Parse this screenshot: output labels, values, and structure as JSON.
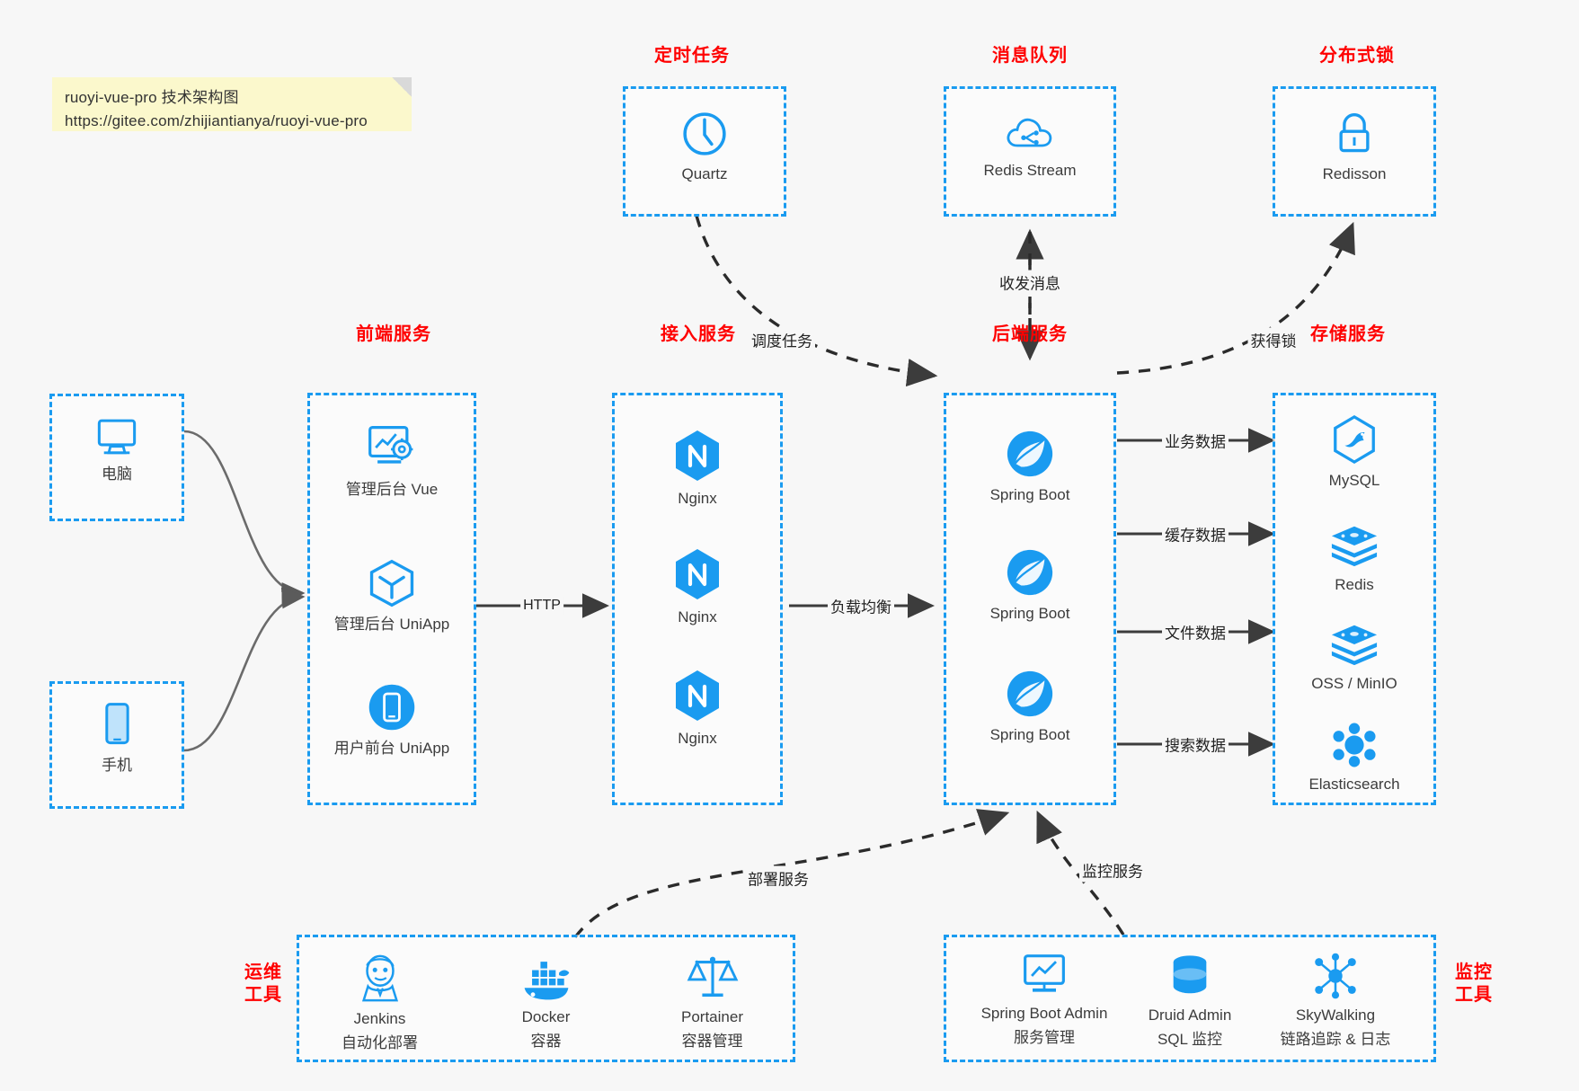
{
  "note": {
    "line1": "ruoyi-vue-pro 技术架构图",
    "line2": "https://gitee.com/zhijiantianya/ruoyi-vue-pro"
  },
  "colors": {
    "accent": "#1a9bf0",
    "group_title": "#ff0000",
    "background": "#f7f7f7",
    "edge": "#3c3c3c",
    "note_bg": "#fbf8cc"
  },
  "groups": {
    "scheduler": {
      "title": "定时任务",
      "nodes": [
        {
          "label": "Quartz",
          "icon": "clock-icon"
        }
      ]
    },
    "mq": {
      "title": "消息队列",
      "nodes": [
        {
          "label": "Redis Stream",
          "icon": "cloud-stream-icon"
        }
      ]
    },
    "lock": {
      "title": "分布式锁",
      "nodes": [
        {
          "label": "Redisson",
          "icon": "lock-icon"
        }
      ]
    },
    "client_pc": {
      "title": "",
      "nodes": [
        {
          "label": "电脑",
          "icon": "monitor-icon"
        }
      ]
    },
    "client_mobile": {
      "title": "",
      "nodes": [
        {
          "label": "手机",
          "icon": "phone-icon"
        }
      ]
    },
    "frontend": {
      "title": "前端服务",
      "nodes": [
        {
          "label": "管理后台 Vue",
          "icon": "dashboard-icon"
        },
        {
          "label": "管理后台 UniApp",
          "icon": "cube-icon"
        },
        {
          "label": "用户前台 UniApp",
          "icon": "mobile-app-icon"
        }
      ]
    },
    "gateway": {
      "title": "接入服务",
      "nodes": [
        {
          "label": "Nginx",
          "icon": "nginx-icon"
        },
        {
          "label": "Nginx",
          "icon": "nginx-icon"
        },
        {
          "label": "Nginx",
          "icon": "nginx-icon"
        }
      ]
    },
    "backend": {
      "title": "后端服务",
      "nodes": [
        {
          "label": "Spring Boot",
          "icon": "spring-icon"
        },
        {
          "label": "Spring Boot",
          "icon": "spring-icon"
        },
        {
          "label": "Spring Boot",
          "icon": "spring-icon"
        }
      ]
    },
    "storage": {
      "title": "存储服务",
      "nodes": [
        {
          "label": "MySQL",
          "icon": "mysql-icon"
        },
        {
          "label": "Redis",
          "icon": "redis-icon"
        },
        {
          "label": "OSS / MinIO",
          "icon": "oss-icon"
        },
        {
          "label": "Elasticsearch",
          "icon": "elasticsearch-icon"
        }
      ]
    },
    "devops": {
      "title_line1": "运维",
      "title_line2": "工具",
      "nodes": [
        {
          "label": "Jenkins",
          "sub": "自动化部署",
          "icon": "jenkins-icon"
        },
        {
          "label": "Docker",
          "sub": "容器",
          "icon": "docker-icon"
        },
        {
          "label": "Portainer",
          "sub": "容器管理",
          "icon": "scales-icon"
        }
      ]
    },
    "monitor": {
      "title_line1": "监控",
      "title_line2": "工具",
      "nodes": [
        {
          "label": "Spring Boot Admin",
          "sub": "服务管理",
          "icon": "monitor-chart-icon"
        },
        {
          "label": "Druid Admin",
          "sub": "SQL 监控",
          "icon": "database-icon"
        },
        {
          "label": "SkyWalking",
          "sub": "链路追踪 & 日志",
          "icon": "skywalking-icon"
        }
      ]
    }
  },
  "edges": [
    {
      "label": "调度任务",
      "from": "scheduler",
      "to": "backend",
      "style": "dashed"
    },
    {
      "label": "收发消息",
      "from": "backend",
      "to": "mq",
      "style": "dashed-bidir"
    },
    {
      "label": "获得锁",
      "from": "backend",
      "to": "lock",
      "style": "dashed"
    },
    {
      "label": "HTTP",
      "from": "frontend",
      "to": "gateway",
      "style": "solid"
    },
    {
      "label": "负载均衡",
      "from": "gateway",
      "to": "backend",
      "style": "solid"
    },
    {
      "label": "业务数据",
      "from": "backend",
      "to": "storage",
      "style": "solid"
    },
    {
      "label": "缓存数据",
      "from": "backend",
      "to": "storage",
      "style": "solid"
    },
    {
      "label": "文件数据",
      "from": "backend",
      "to": "storage",
      "style": "solid"
    },
    {
      "label": "搜索数据",
      "from": "backend",
      "to": "storage",
      "style": "solid"
    },
    {
      "label": "部署服务",
      "from": "devops",
      "to": "backend",
      "style": "dashed"
    },
    {
      "label": "监控服务",
      "from": "monitor",
      "to": "backend",
      "style": "dashed"
    },
    {
      "label": "",
      "from": "client_pc",
      "to": "frontend",
      "style": "solid-curve"
    },
    {
      "label": "",
      "from": "client_mobile",
      "to": "frontend",
      "style": "solid-curve"
    }
  ]
}
